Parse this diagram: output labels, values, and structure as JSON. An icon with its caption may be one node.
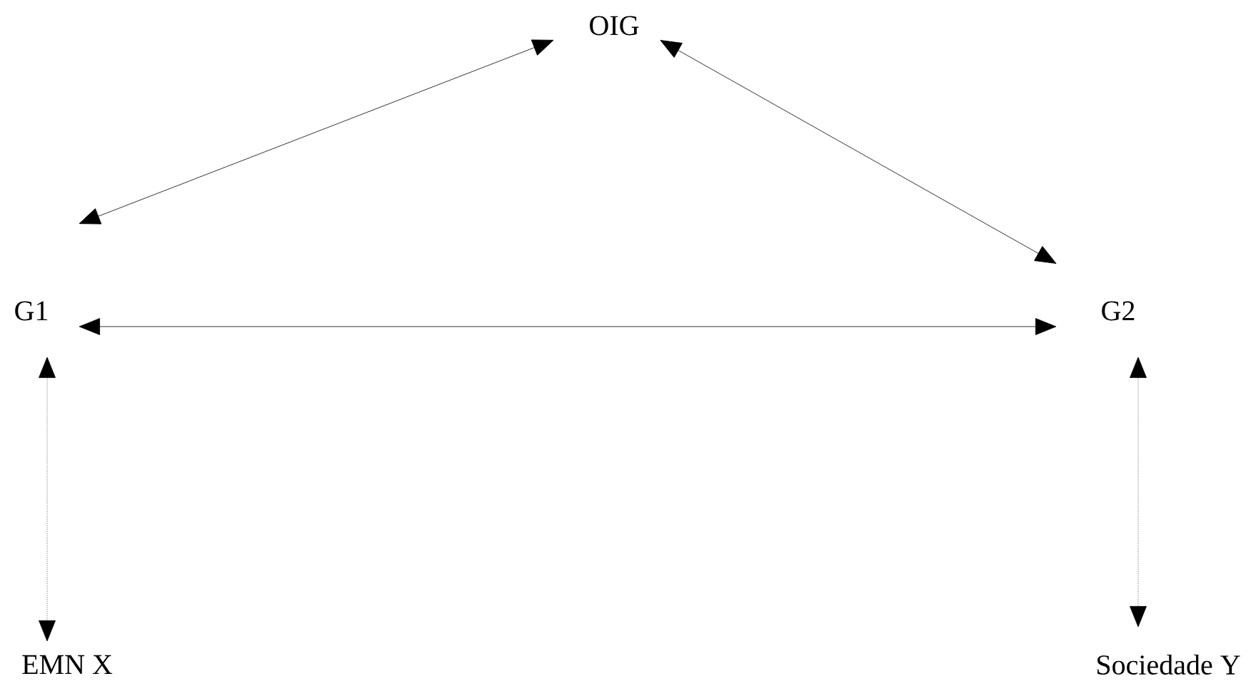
{
  "diagram": {
    "nodes": [
      {
        "text": [
          "OIG"
        ]
      },
      {
        "text": [
          "G1"
        ]
      },
      {
        "text": [
          "G2"
        ]
      },
      {
        "text": [
          "EMN X"
        ]
      },
      {
        "text": [
          "Sociedade Y"
        ]
      }
    ],
    "edges": [
      {
        "from": 0,
        "to": 1,
        "arrow": "both"
      },
      {
        "from": 0,
        "to": 2,
        "arrow": "both"
      },
      {
        "from": 1,
        "to": 2,
        "arrow": "both"
      },
      {
        "from": 1,
        "to": 3,
        "arrow": "both",
        "style": "dashed"
      },
      {
        "from": 2,
        "to": 4,
        "arrow": "both",
        "style": "dashed"
      }
    ]
  }
}
